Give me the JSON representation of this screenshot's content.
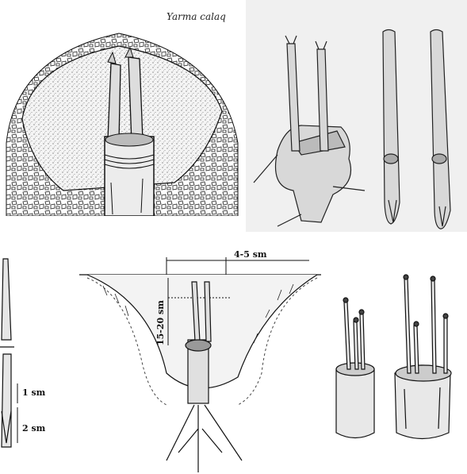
{
  "title": "Yarma calaq",
  "dimensions": {
    "top_width": "4-5 sm",
    "depth": "15-20 sm",
    "gap_upper": "1 sm",
    "gap_lower": "2 sm"
  },
  "colors": {
    "ink": "#1a1a1a",
    "paper": "#ffffff",
    "mound": "#e9e9e9",
    "photo_bg": "#f2f2f2"
  }
}
